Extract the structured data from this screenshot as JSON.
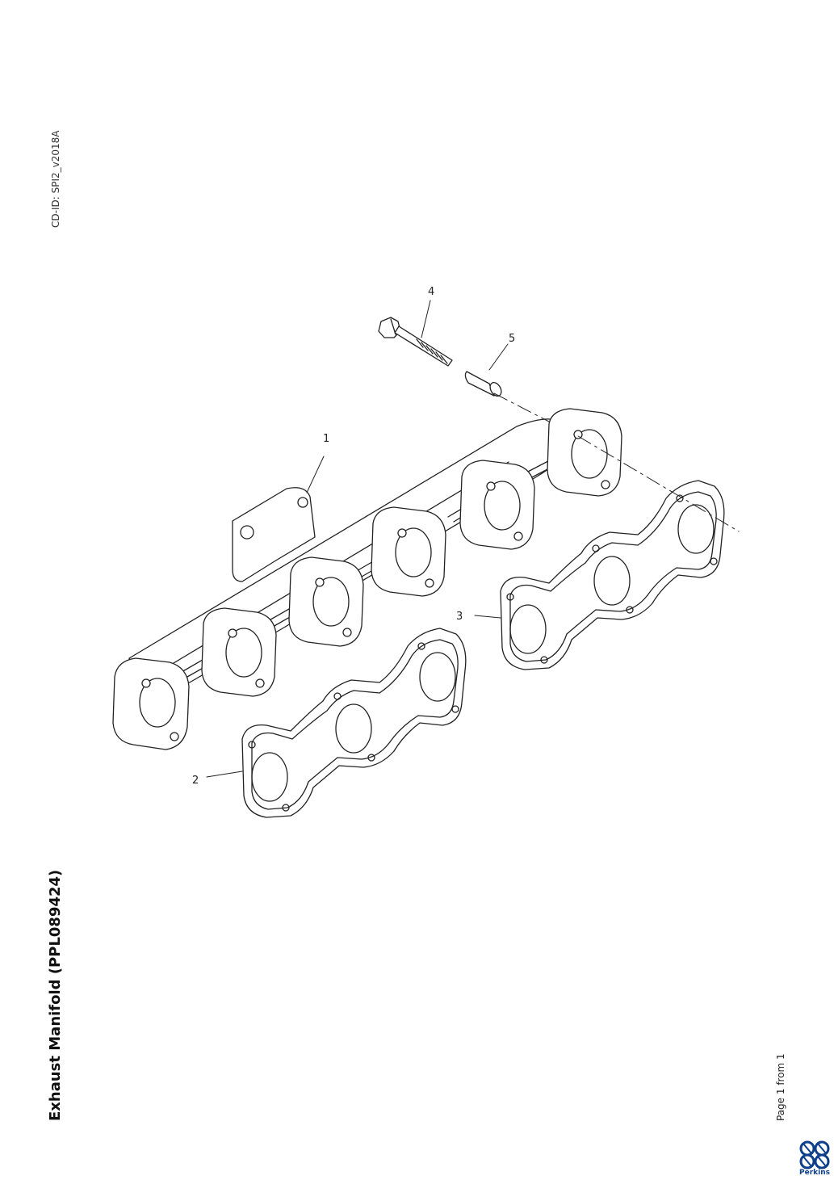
{
  "header": {
    "cd_id": "CD-ID: SPI2_v2018A"
  },
  "title": "Exhaust Manifold (PPL089424)",
  "footer": {
    "page_label": "Page 1 from 1"
  },
  "callouts": [
    "1",
    "2",
    "3",
    "4",
    "5"
  ],
  "parts": [
    {
      "callout": "1",
      "icon": "exhaust-manifold"
    },
    {
      "callout": "2",
      "icon": "manifold-gasket"
    },
    {
      "callout": "3",
      "icon": "manifold-gasket"
    },
    {
      "callout": "4",
      "icon": "flange-bolt"
    },
    {
      "callout": "5",
      "icon": "spacer-sleeve"
    }
  ],
  "logo": {
    "text": "Perkins",
    "color": "#0d3f8a"
  }
}
